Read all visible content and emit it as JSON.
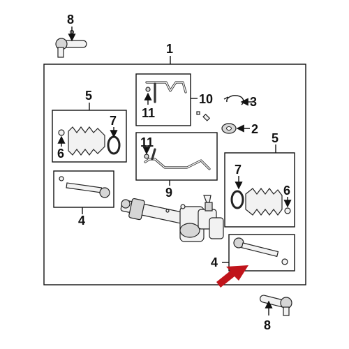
{
  "diagram": {
    "callouts": {
      "c1": "1",
      "c2": "2",
      "c3": "3",
      "c4_left": "4",
      "c4_right": "4",
      "c5_left": "5",
      "c5_right": "5",
      "c6_left": "6",
      "c6_right": "6",
      "c7_left": "7",
      "c7_right": "7",
      "c8_top": "8",
      "c8_bottom": "8",
      "c9": "9",
      "c10": "10",
      "c11_top": "11",
      "c11_mid": "11"
    },
    "pointer_arrow_color": "#c0141b"
  }
}
